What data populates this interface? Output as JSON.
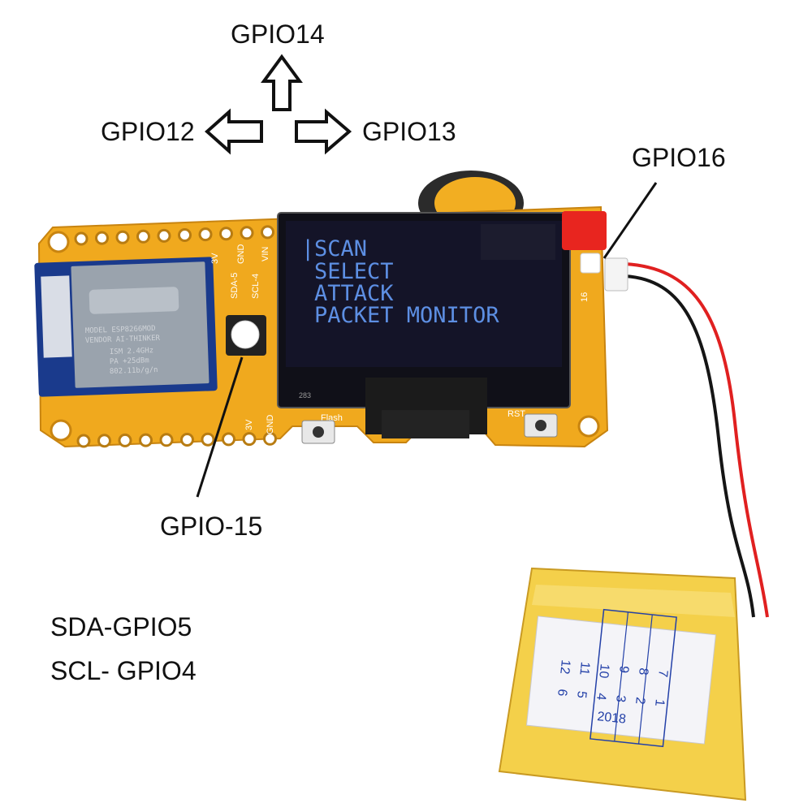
{
  "labels": {
    "gpio14": "GPIO14",
    "gpio12": "GPIO12",
    "gpio13": "GPIO13",
    "gpio16": "GPIO16",
    "gpio15": "GPIO-15",
    "sda": "SDA-GPIO5",
    "scl": "SCL- GPIO4"
  },
  "oled_menu": [
    "SCAN",
    "SELECT",
    "ATTACK",
    "PACKET MONITOR"
  ],
  "oled_cursor": "|",
  "module": {
    "line1": "MODEL  ESP8266MOD",
    "line2": "VENDOR AI-THINKER",
    "line3": "ISM 2.4GHz",
    "line4": "PA +25dBm",
    "line5": "802.11b/g/n"
  },
  "board_marks": {
    "flash": "Flash",
    "rst": "RST",
    "pin16": "16",
    "sda": "SDA-5",
    "scl": "SCL-4",
    "v3": "3V",
    "gnd_top": "GND",
    "vin": "VIN",
    "gnd_bot": "GND",
    "v3_bot": "3V",
    "oled_code": "283"
  },
  "battery": {
    "year": "2018",
    "row_top": [
      "7",
      "8",
      "9",
      "10",
      "11",
      "12"
    ],
    "row_bottom": [
      "1",
      "2",
      "3",
      "4",
      "5",
      "6"
    ]
  },
  "colors": {
    "pcb": "#f0a91e",
    "oled_bg": "#141428",
    "oled_text": "#5d8fe3",
    "battery": "#f4d04a",
    "wire_red": "#e02020",
    "wire_black": "#151515",
    "arrow_fill": "#ffffff",
    "arrow_stroke": "#111111"
  }
}
